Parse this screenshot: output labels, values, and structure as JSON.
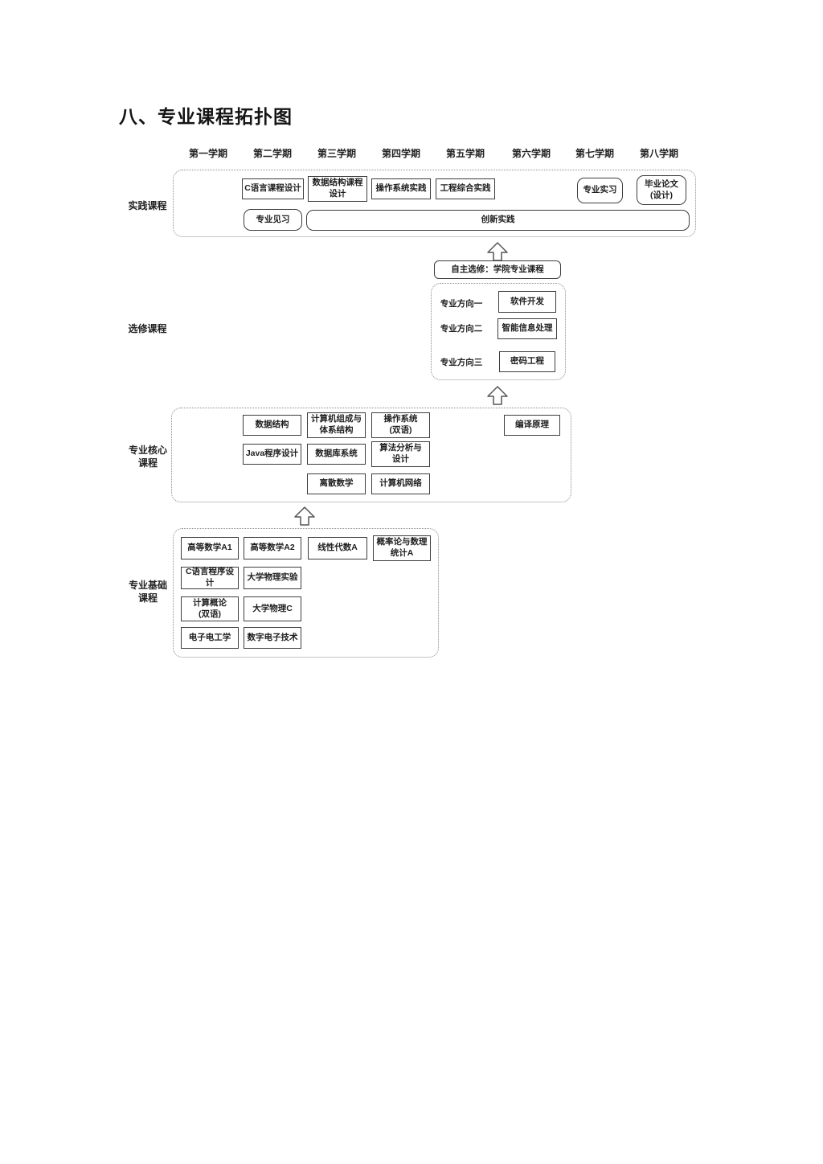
{
  "title": "八、专业课程拓扑图",
  "semesters": [
    "第一学期",
    "第二学期",
    "第三学期",
    "第四学期",
    "第五学期",
    "第六学期",
    "第七学期",
    "第八学期"
  ],
  "colors": {
    "box_border": "#3d3d3d",
    "dashed_border": "#8c8c8c",
    "text": "#1e1e1e",
    "background": "#ffffff"
  },
  "sections": {
    "practice": {
      "label": "实践课程",
      "courses": {
        "c_design": "C语言课程设计",
        "ds_design": "数据结构课程\n设计",
        "os_practice": "操作系统实践",
        "eng_practice": "工程综合实践",
        "internship": "专业实习",
        "thesis": "毕业论文\n(设计)",
        "probation": "专业见习",
        "innovation": "创新实践"
      }
    },
    "elective": {
      "label": "选修课程",
      "self_select": "自主选修：学院专业课程",
      "directions": [
        {
          "label": "专业方向一",
          "course": "软件开发"
        },
        {
          "label": "专业方向二",
          "course": "智能信息处理"
        },
        {
          "label": "专业方向三",
          "course": "密码工程"
        }
      ]
    },
    "core": {
      "label": "专业核心\n课程",
      "courses": {
        "data_structure": "数据结构",
        "comp_org": "计算机组成与\n体系结构",
        "os_bilingual": "操作系统\n(双语)",
        "compiler": "编译原理",
        "java": "Java程序设计",
        "database": "数据库系统",
        "algorithm": "算法分析与\n设计",
        "discrete": "离散数学",
        "network": "计算机网络"
      }
    },
    "basic": {
      "label": "专业基础\n课程",
      "courses": {
        "math_a1": "高等数学A1",
        "math_a2": "高等数学A2",
        "linear_algebra": "线性代数A",
        "probability": "概率论与数理\n统计A",
        "c_language": "C语言程序设计",
        "physics_exp": "大学物理实验",
        "computing_intro": "计算概论\n(双语)",
        "physics_c": "大学物理C",
        "electrical": "电子电工学",
        "digital_tech": "数字电子技术"
      }
    }
  }
}
